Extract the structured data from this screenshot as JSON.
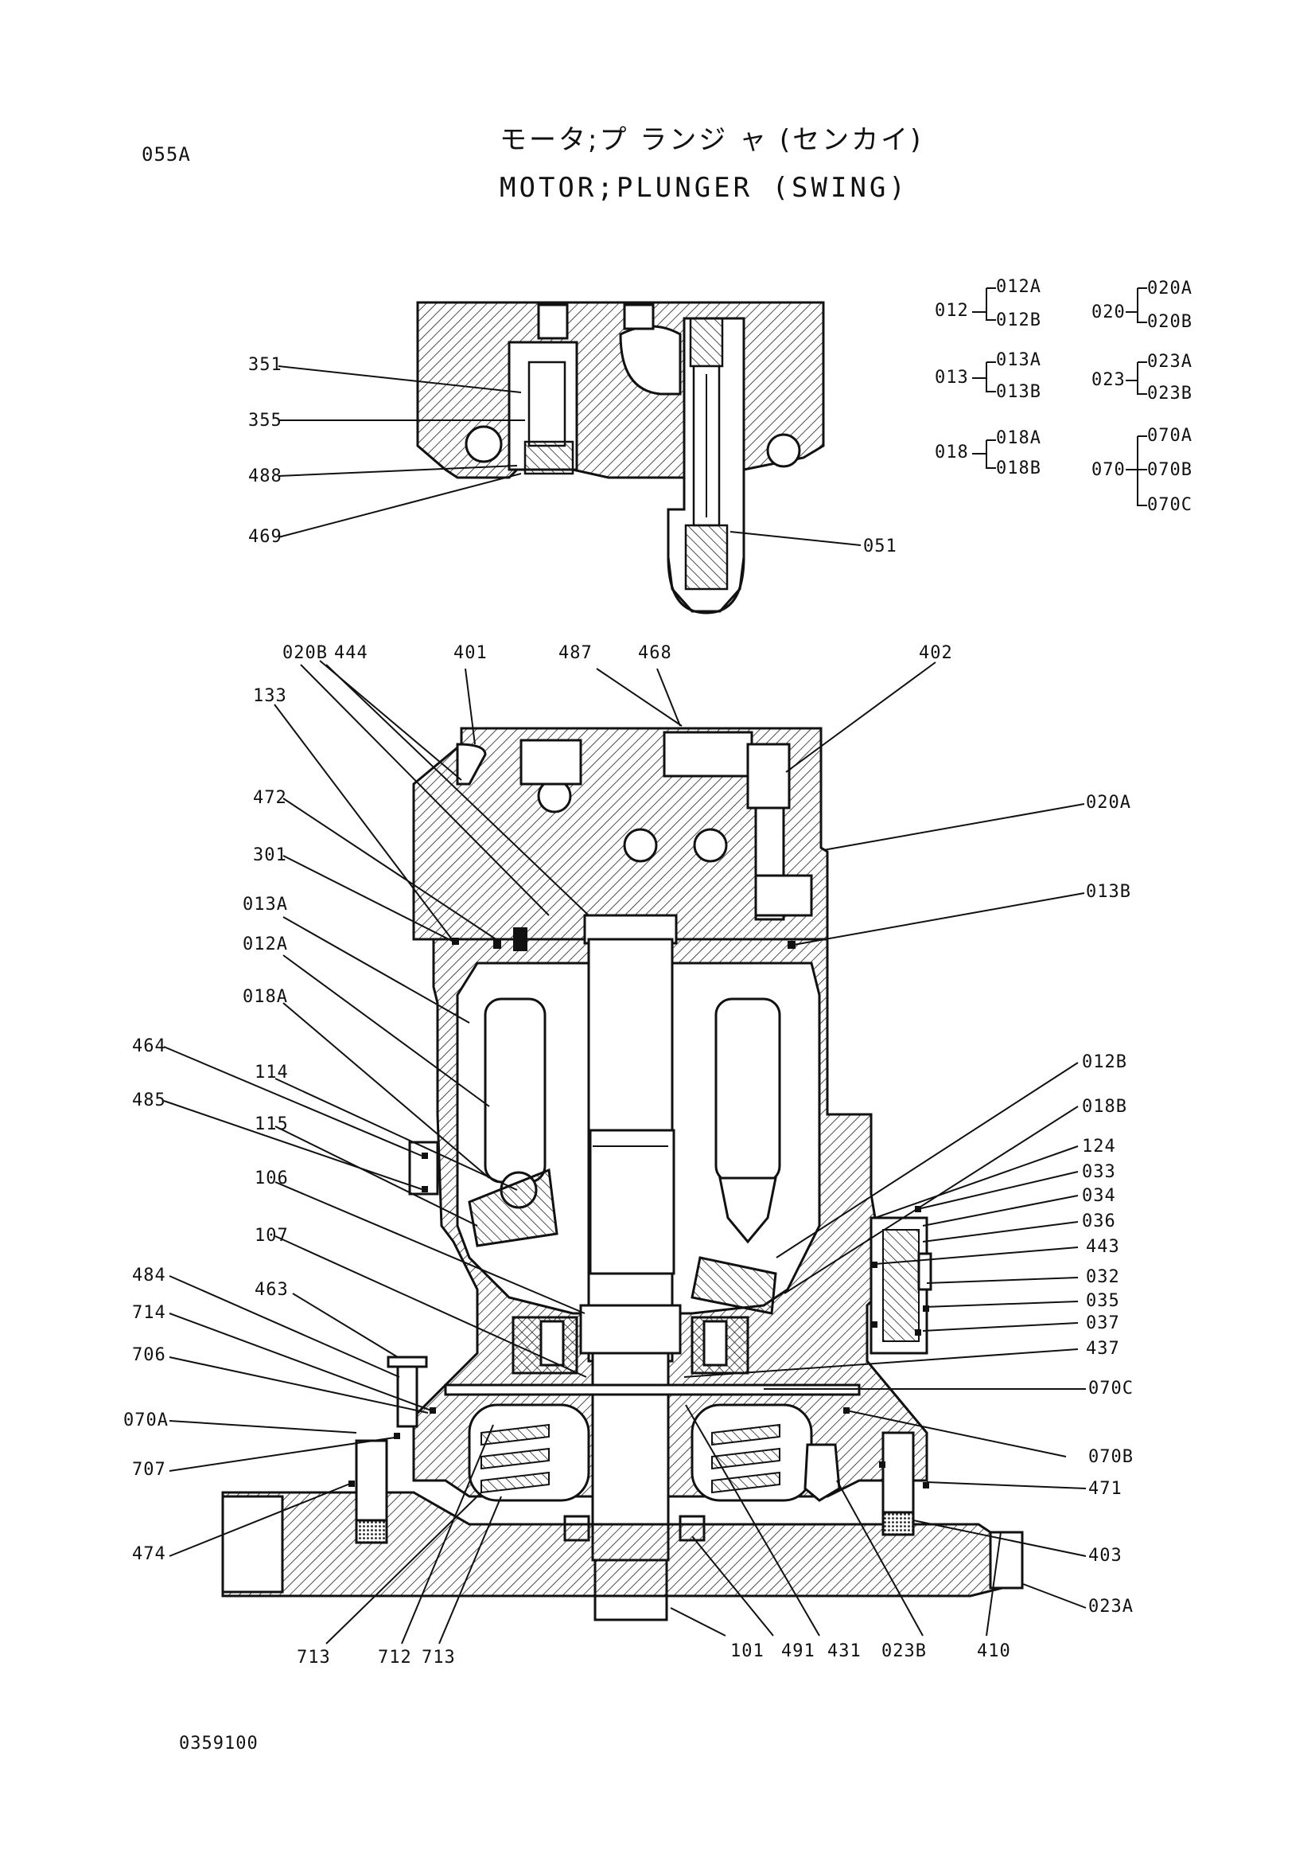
{
  "header": {
    "page_code": "055A",
    "title_jp": "モータ;プ ランジ ャ (センカイ)",
    "title_en": "MOTOR;PLUNGER (SWING)"
  },
  "footer": {
    "drawing_number": "0359100"
  },
  "legend": {
    "groups": [
      {
        "parent": "012",
        "children": [
          "012A",
          "012B"
        ]
      },
      {
        "parent": "013",
        "children": [
          "013A",
          "013B"
        ]
      },
      {
        "parent": "018",
        "children": [
          "018A",
          "018B"
        ]
      },
      {
        "parent": "020",
        "children": [
          "020A",
          "020B"
        ]
      },
      {
        "parent": "023",
        "children": [
          "023A",
          "023B"
        ]
      },
      {
        "parent": "070",
        "children": [
          "070A",
          "070B",
          "070C"
        ]
      }
    ]
  },
  "callouts": {
    "c351": "351",
    "c355": "355",
    "c488": "488",
    "c469": "469",
    "c051": "051",
    "c020B": "020B",
    "c444": "444",
    "c401": "401",
    "c487": "487",
    "c468": "468",
    "c402": "402",
    "c133": "133",
    "c472": "472",
    "c301": "301",
    "c013A": "013A",
    "c012A": "012A",
    "c018A": "018A",
    "c464": "464",
    "c114": "114",
    "c485": "485",
    "c115": "115",
    "c106": "106",
    "c107": "107",
    "c463": "463",
    "c484": "484",
    "c714": "714",
    "c706": "706",
    "c070A": "070A",
    "c707": "707",
    "c474": "474",
    "c020A": "020A",
    "c013B": "013B",
    "c012B": "012B",
    "c018B": "018B",
    "c124": "124",
    "c033": "033",
    "c034": "034",
    "c036": "036",
    "c443": "443",
    "c032": "032",
    "c035": "035",
    "c037": "037",
    "c437": "437",
    "c070C": "070C",
    "c070B": "070B",
    "c471": "471",
    "c403": "403",
    "c023A": "023A",
    "c713a": "713",
    "c712": "712",
    "c713b": "713",
    "c101": "101",
    "c491": "491",
    "c431": "431",
    "c023B": "023B",
    "c410": "410"
  }
}
